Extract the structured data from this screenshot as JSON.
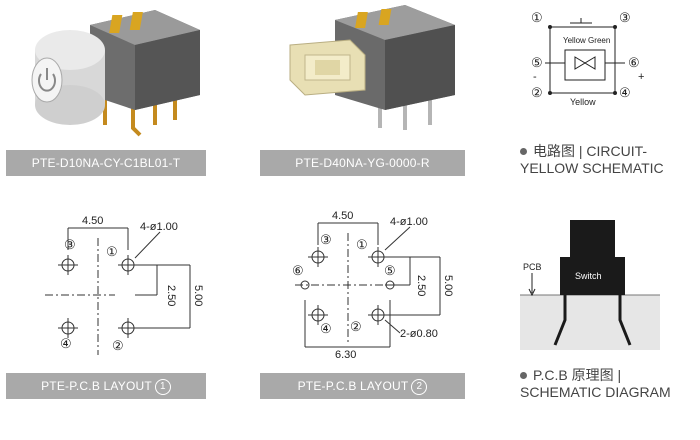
{
  "products": [
    {
      "caption": "PTE-D10NA-CY-C1BL01-T"
    },
    {
      "caption": "PTE-D40NA-YG-0000-R"
    }
  ],
  "circuit": {
    "note_line1": "电路图 | CIRCUIT-",
    "note_line2": "YELLOW SCHEMATIC",
    "pins": [
      "①",
      "②",
      "③",
      "④",
      "⑤",
      "⑥"
    ],
    "label_top": "Yellow Green",
    "label_bottom": "Yellow",
    "minus": "-",
    "plus": "+"
  },
  "layout1": {
    "caption_text": "PTE-P.C.B LAYOUT",
    "caption_num": "1",
    "dim_width": "4.50",
    "dim_hole": "4-ø1.00",
    "dim_half": "2.50",
    "dim_height": "5.00",
    "pins": [
      "①",
      "②",
      "③",
      "④"
    ]
  },
  "layout2": {
    "caption_text": "PTE-P.C.B LAYOUT",
    "caption_num": "2",
    "dim_width": "4.50",
    "dim_hole": "4-ø1.00",
    "dim_half": "2.50",
    "dim_height": "5.00",
    "dim_bottom": "6.30",
    "dim_small_hole": "2-ø0.80",
    "pins": [
      "①",
      "②",
      "③",
      "④",
      "⑤",
      "⑥"
    ]
  },
  "pcb_diagram": {
    "pcb_label": "PCB",
    "switch_label": "Switch",
    "note_line1": "P.C.B 原理图 |",
    "note_line2": "SCHEMATIC DIAGRAM"
  },
  "colors": {
    "caption_bg": "#a9a9a9",
    "switch_body": "#1a1a1a",
    "cap_cream": "#e8dfb4"
  }
}
